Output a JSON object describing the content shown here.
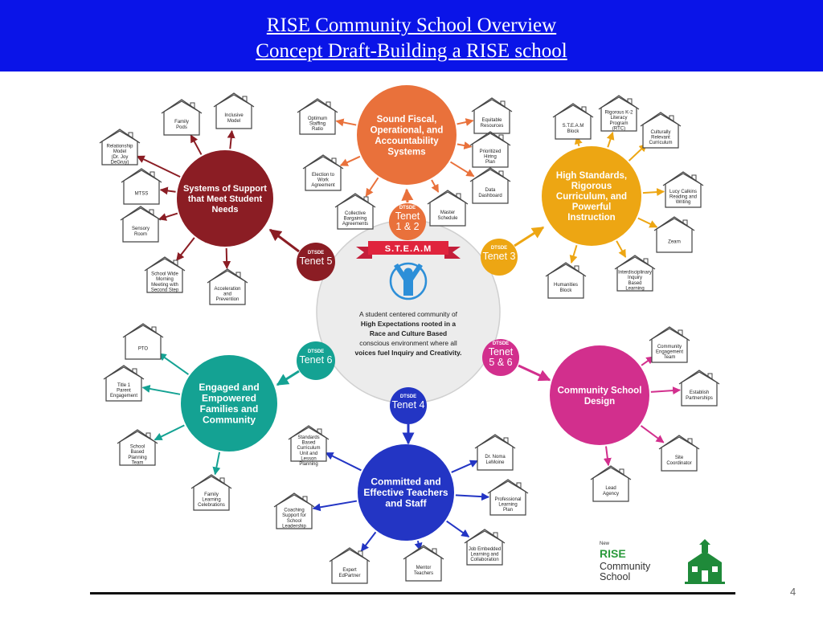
{
  "header": {
    "title": "RISE Community School Overview",
    "subtitle": "Concept Draft-Building a RISE school"
  },
  "center": {
    "banner": "S.T.E.A.M",
    "description_lines": [
      "A student centered community of",
      "High Expectations rooted in a",
      "Race and Culture Based",
      "conscious environment where all",
      "voices fuel Inquiry and Creativity."
    ]
  },
  "hubs": [
    {
      "id": "fiscal",
      "lines": [
        "Sound Fiscal,",
        "Operational, and",
        "Accountability",
        "Systems"
      ],
      "color": "#e9713b",
      "tenet": {
        "label": "DTSDE",
        "lines": [
          "Tenet",
          "1 & 2"
        ]
      },
      "houses": [
        {
          "lines": [
            "Optimum",
            "Staffing",
            "Ratio"
          ]
        },
        {
          "lines": [
            "Equitable",
            "Resources"
          ]
        },
        {
          "lines": [
            "Prioritized",
            "Hiring",
            "Plan"
          ]
        },
        {
          "lines": [
            "Election to",
            "Work",
            "Agreement"
          ]
        },
        {
          "lines": [
            "Data",
            "Dashboard"
          ]
        },
        {
          "lines": [
            "Collective",
            "Bargaining",
            "Agreements"
          ]
        },
        {
          "lines": [
            "Master",
            "Schedule"
          ]
        }
      ]
    },
    {
      "id": "support",
      "lines": [
        "Systems of Support",
        "that Meet Student",
        "Needs"
      ],
      "color": "#8b1d24",
      "tenet": {
        "label": "DTSDE",
        "lines": [
          "Tenet 5"
        ]
      },
      "houses": [
        {
          "lines": [
            "Family",
            "Pods"
          ]
        },
        {
          "lines": [
            "Inclusive",
            "Model"
          ]
        },
        {
          "lines": [
            "Relationship",
            "Model",
            "(Dr. Joy",
            "DeGruy)"
          ]
        },
        {
          "lines": [
            "MTSS"
          ]
        },
        {
          "lines": [
            "Sensory",
            "Room"
          ]
        },
        {
          "lines": [
            "School Wide",
            "Morning",
            "Meeting with",
            "Second Step"
          ]
        },
        {
          "lines": [
            "Acceleration",
            "and",
            "Prevention"
          ]
        }
      ]
    },
    {
      "id": "standards",
      "lines": [
        "High Standards,",
        "Rigorous",
        "Curriculum, and",
        "Powerful",
        "Instruction"
      ],
      "color": "#eda613",
      "tenet": {
        "label": "DTSDE",
        "lines": [
          "Tenet 3"
        ]
      },
      "houses": [
        {
          "lines": [
            "S.T.E.A.M",
            "Block"
          ]
        },
        {
          "lines": [
            "Rigorous K-2",
            "Literacy",
            "Program",
            "(RTC)"
          ]
        },
        {
          "lines": [
            "Culturally",
            "Relevant",
            "Curriculum"
          ]
        },
        {
          "lines": [
            "Lucy Calkins",
            "Reading and",
            "Writing"
          ]
        },
        {
          "lines": [
            "Zearn"
          ]
        },
        {
          "lines": [
            "Humanities",
            "Block"
          ]
        },
        {
          "lines": [
            "Interdisciplinary",
            "Inquiry",
            "Based",
            "Learning"
          ]
        }
      ]
    },
    {
      "id": "families",
      "lines": [
        "Engaged and",
        "Empowered",
        "Families and",
        "Community"
      ],
      "color": "#14a293",
      "tenet": {
        "label": "DTSDE",
        "lines": [
          "Tenet 6"
        ]
      },
      "houses": [
        {
          "lines": [
            "PTO"
          ]
        },
        {
          "lines": [
            "Title 1",
            "Parent",
            "Engagement"
          ]
        },
        {
          "lines": [
            "School",
            "Based",
            "Planning",
            "Team"
          ]
        },
        {
          "lines": [
            "Family",
            "Learning",
            "Celebrations"
          ]
        }
      ]
    },
    {
      "id": "community",
      "lines": [
        "Community School",
        "Design"
      ],
      "color": "#d22f8d",
      "tenet": {
        "label": "DTSDE",
        "lines": [
          "Tenet",
          "5 & 6"
        ]
      },
      "houses": [
        {
          "lines": [
            "Community",
            "Engagement",
            "Team"
          ]
        },
        {
          "lines": [
            "Establish",
            "Partnerships"
          ]
        },
        {
          "lines": [
            "Site",
            "Coordinator"
          ]
        },
        {
          "lines": [
            "Lead",
            "Agency"
          ]
        }
      ]
    },
    {
      "id": "teachers",
      "lines": [
        "Committed and",
        "Effective Teachers",
        "and Staff"
      ],
      "color": "#2335c4",
      "tenet": {
        "label": "DTSDE",
        "lines": [
          "Tenet 4"
        ]
      },
      "houses": [
        {
          "lines": [
            "Standards",
            "Based",
            "Curriculum",
            "Unit and",
            "Lesson",
            "Planning"
          ]
        },
        {
          "lines": [
            "Dr. Noma",
            "LeMoine"
          ]
        },
        {
          "lines": [
            "Professional",
            "Learning",
            "Plan"
          ]
        },
        {
          "lines": [
            "Coaching",
            "Support for",
            "School",
            "Leadership"
          ]
        },
        {
          "lines": [
            "Job Embedded",
            "Learning and",
            "Collaboration"
          ]
        },
        {
          "lines": [
            "Expert",
            "EdPartner"
          ]
        },
        {
          "lines": [
            "Mentor",
            "Teachers"
          ]
        }
      ]
    }
  ],
  "logo": {
    "lines": [
      "New",
      "RISE",
      "Community",
      "School"
    ]
  },
  "page_number": "4"
}
